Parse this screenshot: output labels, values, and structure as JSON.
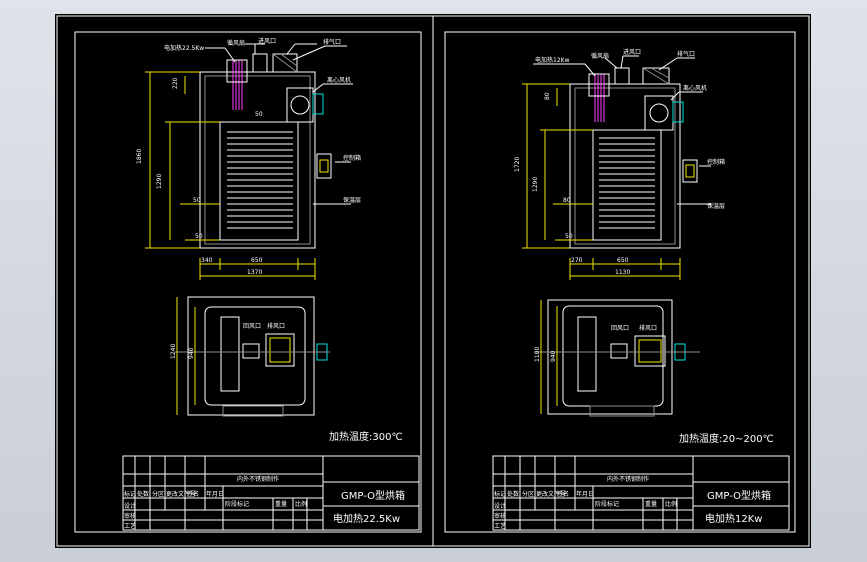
{
  "left": {
    "callouts": {
      "heater": "电加热22.5Kw",
      "fan": "循风扇",
      "inlet": "进风口",
      "outlet": "排气口",
      "motor": "离心风机",
      "control": "控制箱",
      "insulation": "保温层"
    },
    "dims": {
      "height_total": "1860",
      "height_inner": "1290",
      "top_gap": "220",
      "dim_50a": "50",
      "dim_50b": "50",
      "dim_50c": "50",
      "w_340": "340",
      "w_650": "650",
      "w_total": "1370",
      "plan_h": "940",
      "plan_h2": "1240"
    },
    "plan_labels": {
      "a": "回风口",
      "b": "排风口"
    },
    "spec": "加热温度:300℃",
    "title_block": {
      "material": "内外不锈钢制作",
      "product": "GMP-O型烘箱",
      "power": "电加热22.5Kw",
      "rows": [
        "标记",
        "处数",
        "分区",
        "更改文件号",
        "签名",
        "年月日"
      ],
      "roles": [
        "设计",
        "审核",
        "工艺"
      ],
      "right": [
        "阶段标记",
        "重量",
        "比例"
      ]
    }
  },
  "right": {
    "callouts": {
      "heater": "电加热12Kw",
      "fan": "循风扇",
      "inlet": "进风口",
      "outlet": "排气口",
      "motor": "离心风机",
      "control": "控制箱",
      "insulation": "保温层"
    },
    "dims": {
      "height_total": "1720",
      "height_inner": "1290",
      "top_gap": "80",
      "dim_80": "80",
      "dim_50": "50",
      "w_270": "270",
      "w_650": "650",
      "w_total": "1130",
      "plan_h": "1100",
      "plan_h2": "940"
    },
    "plan_labels": {
      "a": "回风口",
      "b": "排风口"
    },
    "spec": "加热温度:20~200℃",
    "title_block": {
      "material": "内外不锈钢制作",
      "product": "GMP-O型烘箱",
      "power": "电加热12Kw",
      "rows": [
        "标记",
        "处数",
        "分区",
        "更改文件号",
        "签名",
        "年月日"
      ],
      "roles": [
        "设计",
        "审核",
        "工艺"
      ],
      "right": [
        "阶段标记",
        "重量",
        "比例"
      ]
    }
  },
  "colors": {
    "background": "#000000",
    "frame": "#ffffff",
    "dim": "#f2e600",
    "accent": "#00e0e0",
    "fan": "#ff40ff"
  }
}
